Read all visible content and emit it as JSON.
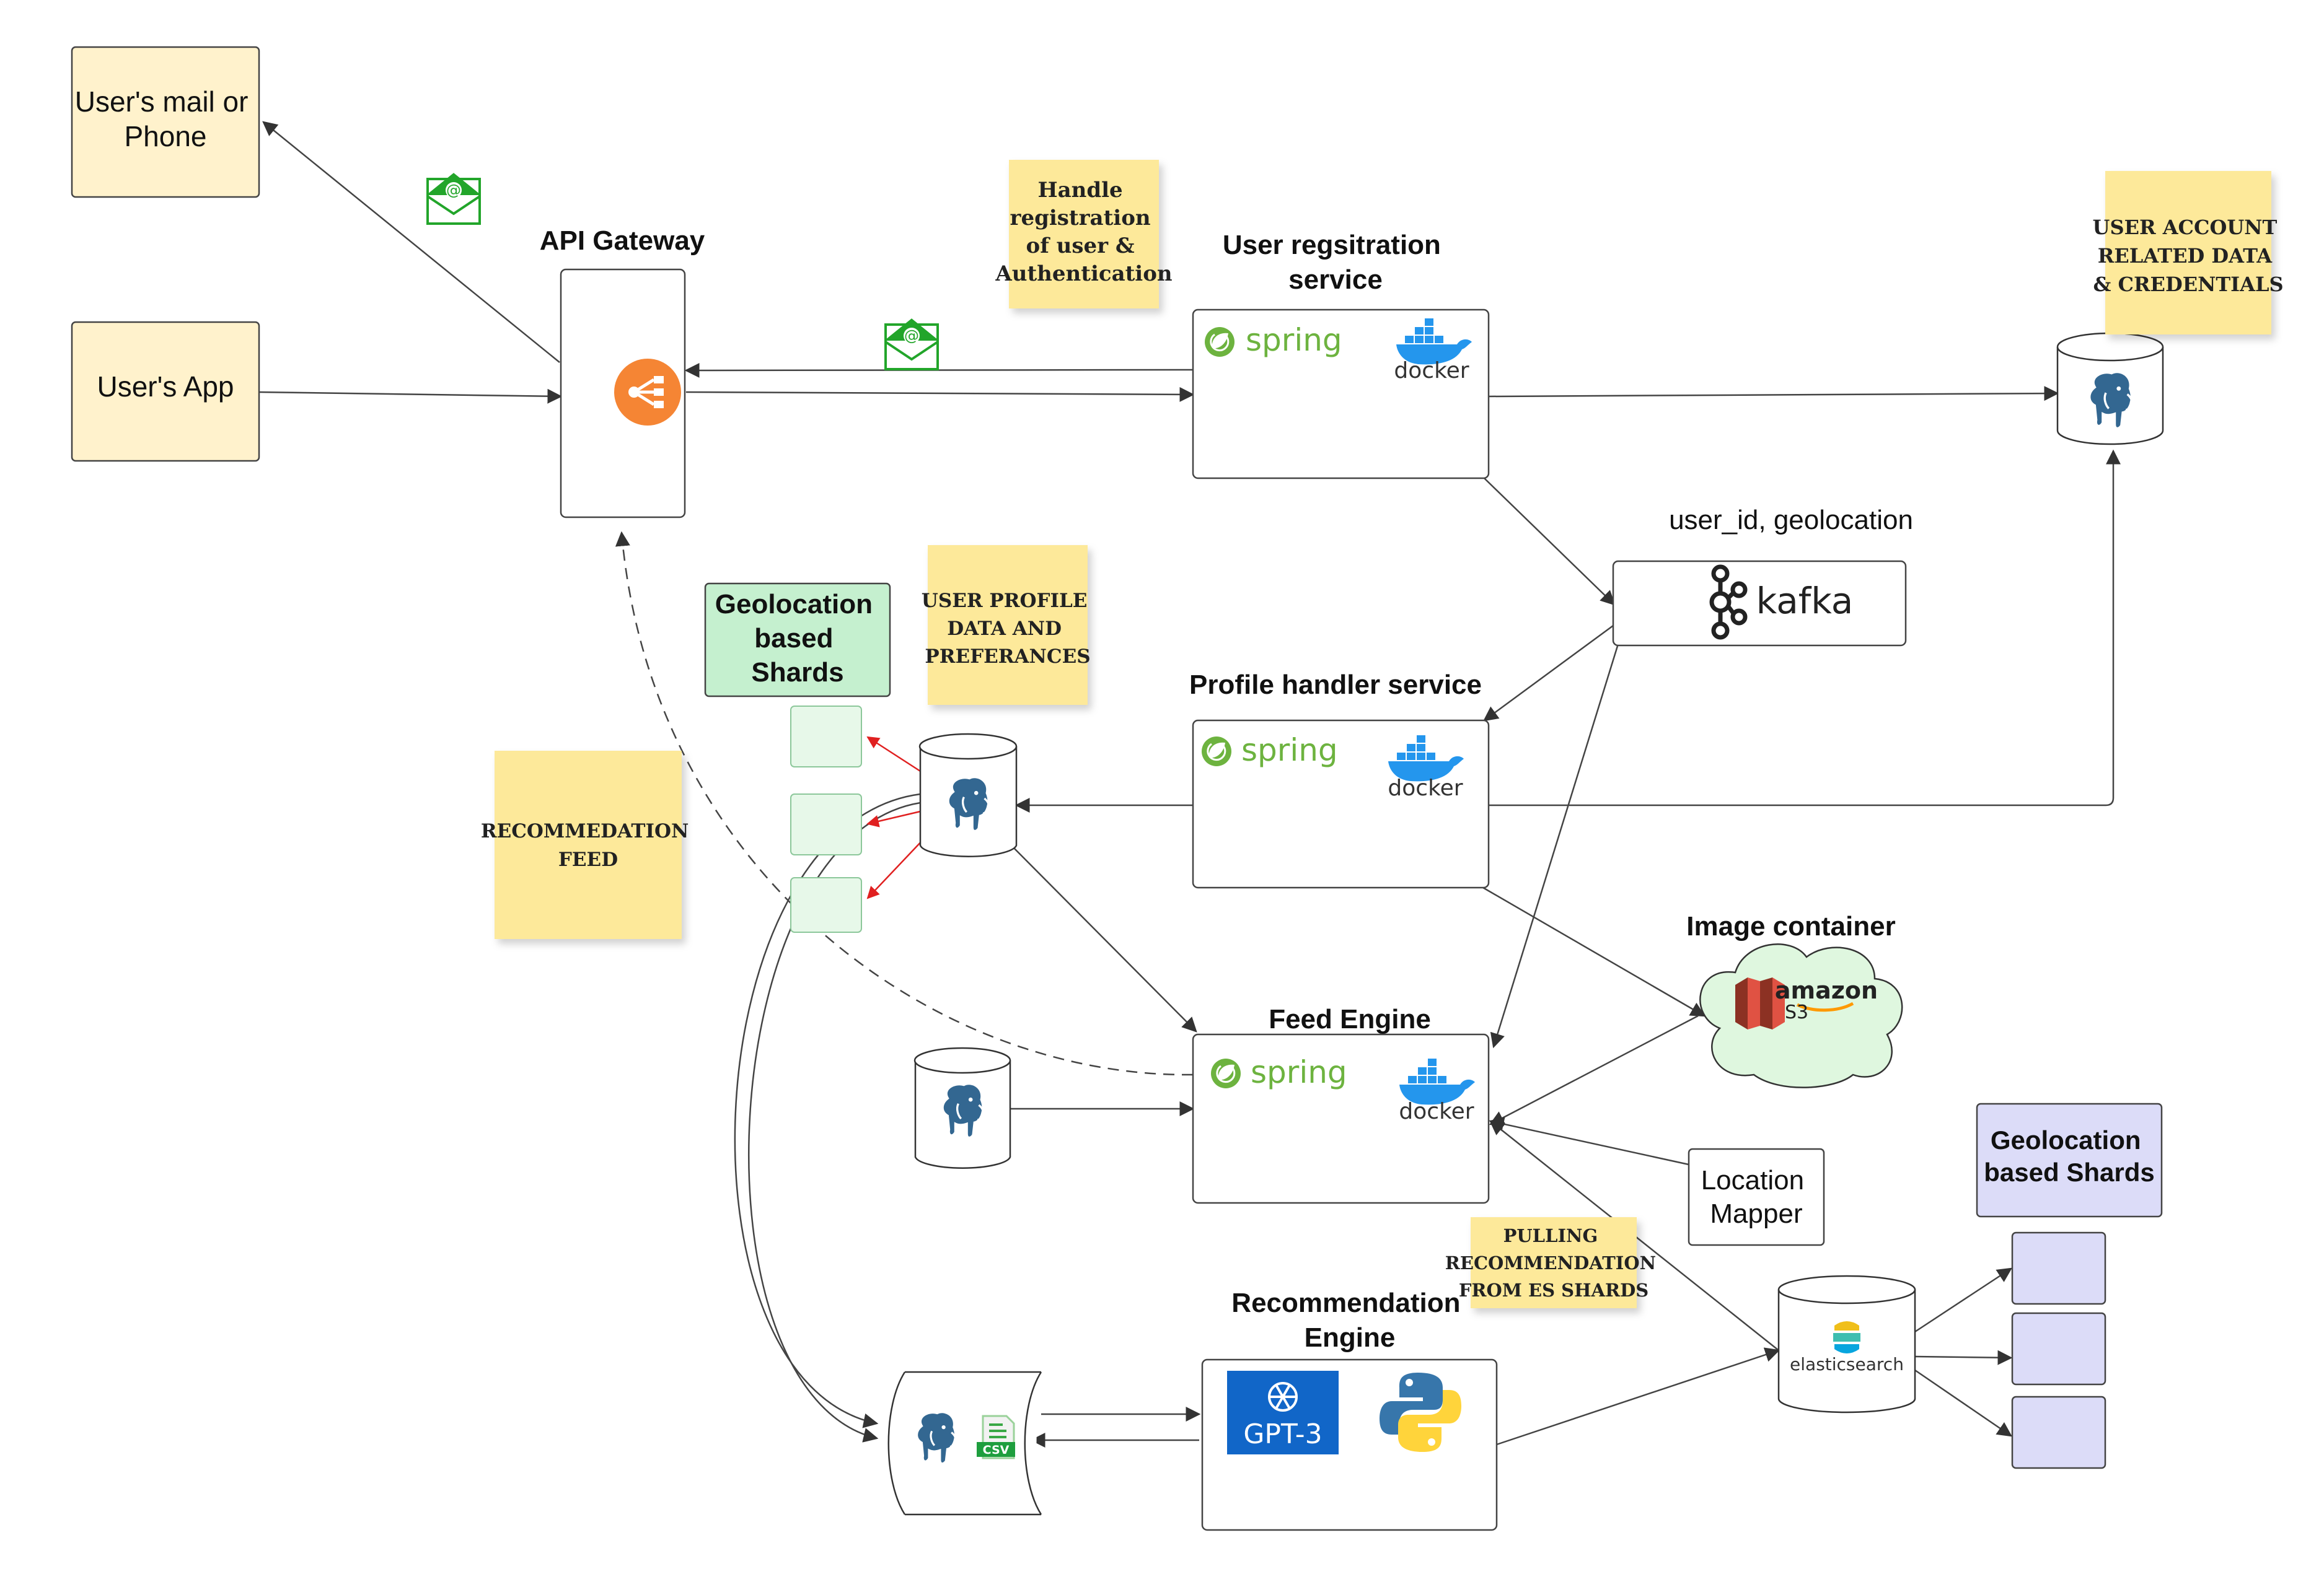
{
  "nodes": {
    "users_mail": "User's mail or\nPhone",
    "users_app": "User's App",
    "api_gateway": "API Gateway",
    "user_registration": "User regsitration\nservice",
    "profile_handler": "Profile handler service",
    "feed_engine": "Feed  Engine",
    "recommendation_engine": "Recommendation\nEngine",
    "image_container": "Image container",
    "location_mapper": "Location\nMapper",
    "geo_shards_top": "Geolocation\nbased\nShards",
    "geo_shards_right": "Geolocation\nbased Shards"
  },
  "edge_labels": {
    "kafka_topic": "user_id, geolocation"
  },
  "sticky_notes": {
    "registration": "Handle\nregistration\nof user &\nAuthentication",
    "account": "USER ACCOUNT\nRELATED DATA\n& CREDENTIALS",
    "profile": "USER PROFILE\nDATA AND\nPREFERANCES",
    "recommendation_feed": "RECOMMEDATION\nFEED",
    "pulling": "PULLING\nRECOMMENDATION\nFROM ES SHARDS"
  },
  "logos": {
    "spring": "spring",
    "docker": "docker",
    "kafka": "kafka",
    "amazon": "amazon",
    "s3": "S3",
    "elasticsearch": "elasticsearch",
    "gpt3": "GPT-3",
    "csv": "CSV"
  },
  "icons": [
    "mail-icon",
    "load-balancer-icon",
    "postgres-icon",
    "kafka-icon",
    "s3-icon",
    "elasticsearch-icon",
    "openai-icon",
    "python-icon",
    "csv-icon",
    "docker-icon",
    "spring-icon"
  ],
  "colors": {
    "user_box": "#fff2cc",
    "sticky": "#fde99a",
    "geo_green": "#c5f0cf",
    "geo_purple": "#dcdcf8",
    "cloud": "#dff7df",
    "arrow_red": "#e02020",
    "gateway_orange": "#f58534"
  }
}
